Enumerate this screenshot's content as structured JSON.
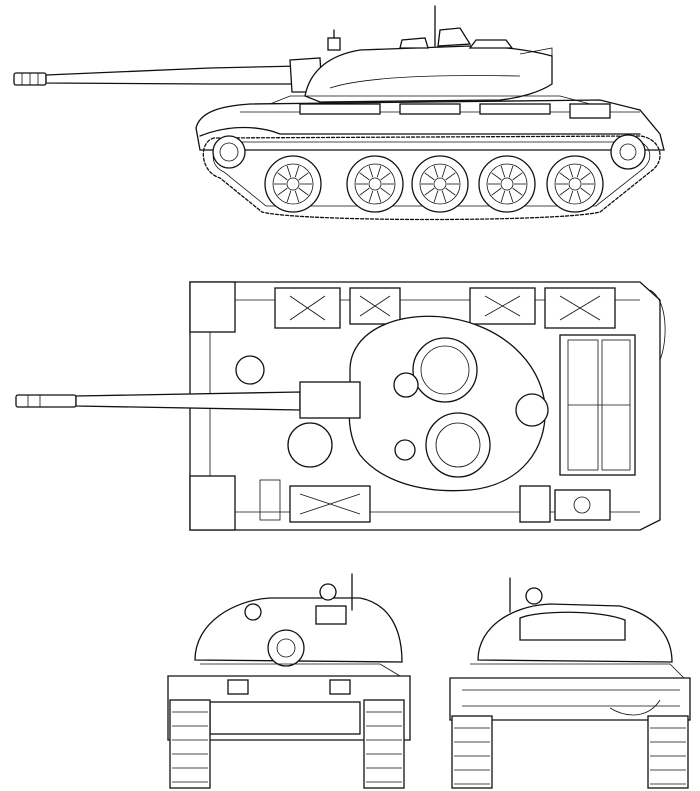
{
  "drawing": {
    "views": [
      {
        "name": "side-view"
      },
      {
        "name": "top-view"
      },
      {
        "name": "front-view"
      },
      {
        "name": "rear-view"
      }
    ],
    "colors": {
      "line": "#111111",
      "background": "#ffffff"
    },
    "road_wheels_per_side": 5
  }
}
